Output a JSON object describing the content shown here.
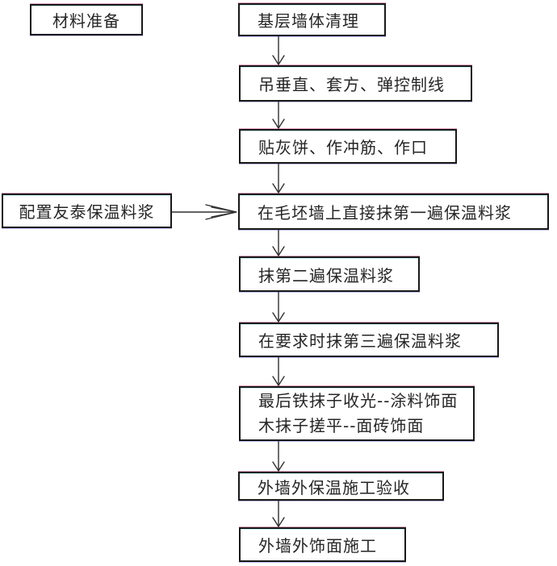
{
  "diagram": {
    "type": "flowchart",
    "title_semantic": "exterior-wall-insulation-construction-process",
    "colors": {
      "background": "#ffffff",
      "box_border": "#181818",
      "text": "#262626",
      "arrow": "#2f2f2f"
    },
    "nodes": {
      "material_preparation": "材料准备",
      "base_wall_cleaning": "基层墙体清理",
      "plumb_square_control_lines": "吊垂直、套方、弹控制线",
      "mortar_pads_screeds_openings": "贴灰饼、作冲筋、作口",
      "prepare_youtai_slurry": "配置友泰保温料浆",
      "first_coat_on_rough_wall": "在毛坯墙上直接抹第一遍保温料浆",
      "second_coat": "抹第二遍保温料浆",
      "third_coat_when_required": "在要求时抹第三遍保温料浆",
      "final_finish_line1": "最后铁抹子收光--涂料饰面",
      "final_finish_line2": "木抹子搓平--面砖饰面",
      "insulation_acceptance": "外墙外保温施工验收",
      "exterior_finish_construction": "外墙外饰面施工"
    },
    "edges": [
      {
        "from": "base_wall_cleaning",
        "to": "plumb_square_control_lines"
      },
      {
        "from": "plumb_square_control_lines",
        "to": "mortar_pads_screeds_openings"
      },
      {
        "from": "mortar_pads_screeds_openings",
        "to": "first_coat_on_rough_wall"
      },
      {
        "from": "prepare_youtai_slurry",
        "to": "first_coat_on_rough_wall"
      },
      {
        "from": "first_coat_on_rough_wall",
        "to": "second_coat"
      },
      {
        "from": "second_coat",
        "to": "third_coat_when_required"
      },
      {
        "from": "third_coat_when_required",
        "to": "final_finish"
      },
      {
        "from": "final_finish",
        "to": "insulation_acceptance"
      },
      {
        "from": "insulation_acceptance",
        "to": "exterior_finish_construction"
      }
    ]
  }
}
